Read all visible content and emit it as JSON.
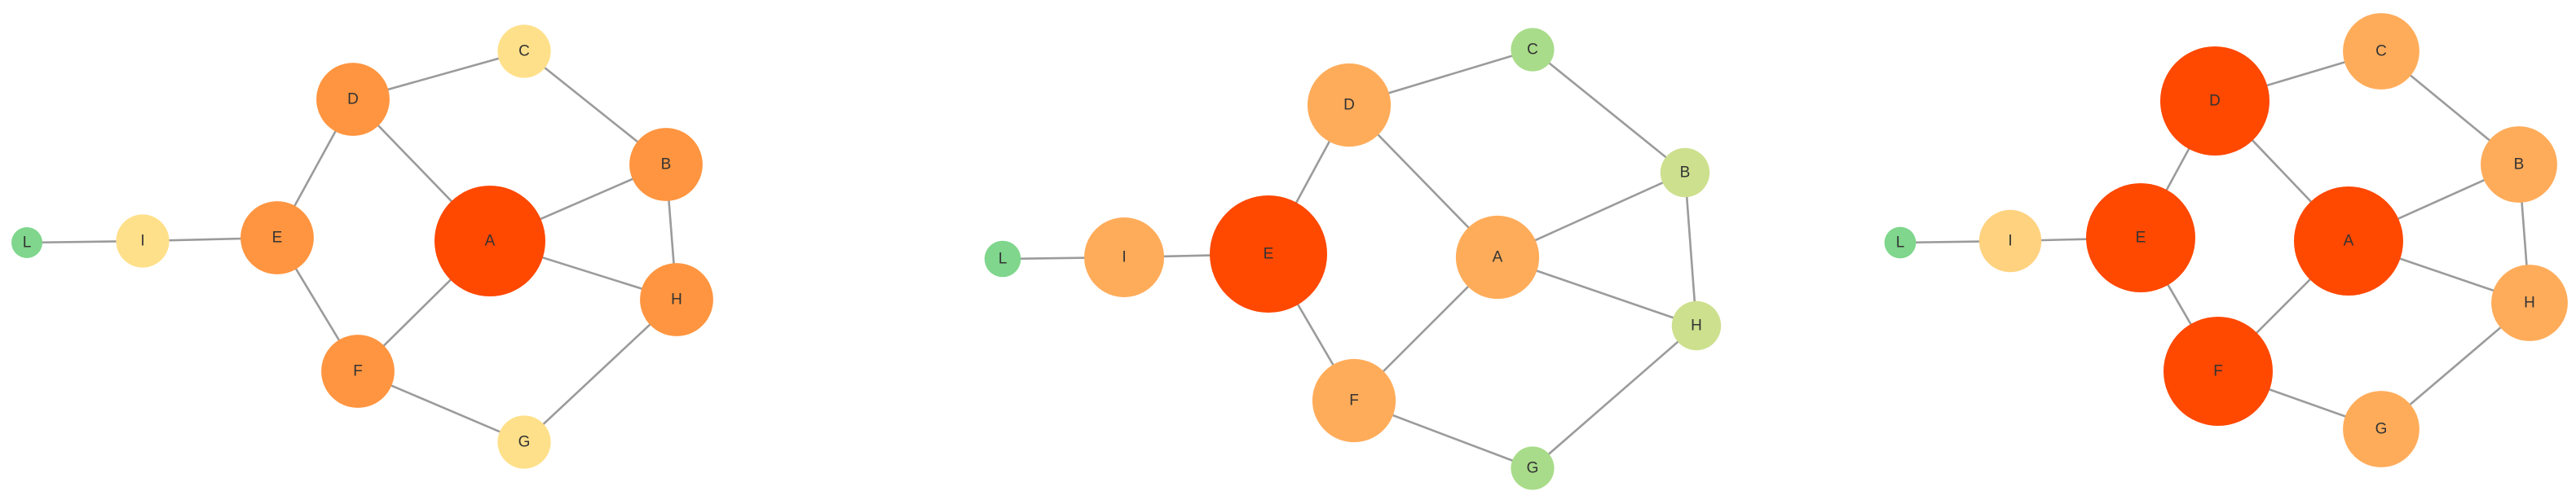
{
  "colors": {
    "edge": "#9b9b9b",
    "label": "#333333",
    "levels": {
      "green": "#7fd68c",
      "light-green": "#a9dc8a",
      "yellow-green": "#cde08e",
      "light-yellow": "#ffe08a",
      "pale-orange": "#ffd27f",
      "light-orange": "#ffac5a",
      "orange": "#ff9540",
      "red-orange": "#ff4800"
    }
  },
  "graphs": [
    {
      "nodes": [
        {
          "id": "A",
          "label": "A",
          "level": "red-orange",
          "size": 1.0
        },
        {
          "id": "B",
          "label": "B",
          "level": "orange",
          "size": 0.66
        },
        {
          "id": "C",
          "label": "C",
          "level": "light-yellow",
          "size": 0.48
        },
        {
          "id": "D",
          "label": "D",
          "level": "orange",
          "size": 0.66
        },
        {
          "id": "E",
          "label": "E",
          "level": "orange",
          "size": 0.66
        },
        {
          "id": "F",
          "label": "F",
          "level": "orange",
          "size": 0.66
        },
        {
          "id": "G",
          "label": "G",
          "level": "light-yellow",
          "size": 0.48
        },
        {
          "id": "H",
          "label": "H",
          "level": "orange",
          "size": 0.66
        },
        {
          "id": "I",
          "label": "I",
          "level": "light-yellow",
          "size": 0.48
        },
        {
          "id": "L",
          "label": "L",
          "level": "green",
          "size": 0.28
        }
      ]
    },
    {
      "nodes": [
        {
          "id": "A",
          "label": "A",
          "level": "light-orange",
          "size": 0.71
        },
        {
          "id": "B",
          "label": "B",
          "level": "yellow-green",
          "size": 0.42
        },
        {
          "id": "C",
          "label": "C",
          "level": "light-green",
          "size": 0.37
        },
        {
          "id": "D",
          "label": "D",
          "level": "light-orange",
          "size": 0.71
        },
        {
          "id": "E",
          "label": "E",
          "level": "red-orange",
          "size": 1.0
        },
        {
          "id": "F",
          "label": "F",
          "level": "light-orange",
          "size": 0.71
        },
        {
          "id": "G",
          "label": "G",
          "level": "light-green",
          "size": 0.37
        },
        {
          "id": "H",
          "label": "H",
          "level": "yellow-green",
          "size": 0.42
        },
        {
          "id": "I",
          "label": "I",
          "level": "light-orange",
          "size": 0.68
        },
        {
          "id": "L",
          "label": "L",
          "level": "green",
          "size": 0.31
        }
      ]
    },
    {
      "nodes": [
        {
          "id": "A",
          "label": "A",
          "level": "red-orange",
          "size": 1.0
        },
        {
          "id": "B",
          "label": "B",
          "level": "light-orange",
          "size": 0.7
        },
        {
          "id": "C",
          "label": "C",
          "level": "light-orange",
          "size": 0.7
        },
        {
          "id": "D",
          "label": "D",
          "level": "red-orange",
          "size": 1.0
        },
        {
          "id": "E",
          "label": "E",
          "level": "red-orange",
          "size": 1.0
        },
        {
          "id": "F",
          "label": "F",
          "level": "red-orange",
          "size": 1.0
        },
        {
          "id": "G",
          "label": "G",
          "level": "light-orange",
          "size": 0.7
        },
        {
          "id": "H",
          "label": "H",
          "level": "light-orange",
          "size": 0.7
        },
        {
          "id": "I",
          "label": "I",
          "level": "pale-orange",
          "size": 0.57
        },
        {
          "id": "L",
          "label": "L",
          "level": "green",
          "size": 0.29
        }
      ]
    }
  ],
  "edges": [
    [
      "L",
      "I"
    ],
    [
      "I",
      "E"
    ],
    [
      "E",
      "D"
    ],
    [
      "E",
      "F"
    ],
    [
      "D",
      "C"
    ],
    [
      "D",
      "A"
    ],
    [
      "C",
      "B"
    ],
    [
      "A",
      "B"
    ],
    [
      "A",
      "H"
    ],
    [
      "A",
      "F"
    ],
    [
      "B",
      "H"
    ],
    [
      "H",
      "G"
    ],
    [
      "F",
      "G"
    ]
  ]
}
